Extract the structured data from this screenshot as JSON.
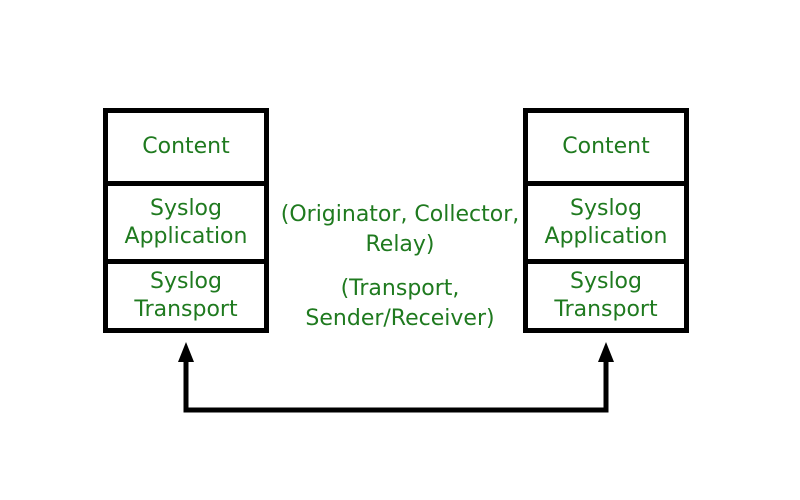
{
  "left_stack": {
    "content": "Content",
    "application": "Syslog\nApplication",
    "transport": "Syslog\nTransport"
  },
  "right_stack": {
    "content": "Content",
    "application": "Syslog\nApplication",
    "transport": "Syslog\nTransport"
  },
  "middle": {
    "roles_application": "(Originator, Collector,\nRelay)",
    "roles_transport": "(Transport,\nSender/Receiver)"
  },
  "colors": {
    "text": "#1f7a1f",
    "lines": "#000000"
  }
}
